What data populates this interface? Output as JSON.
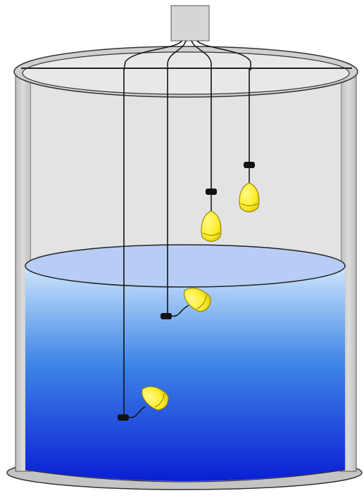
{
  "diagram": {
    "subject": "float-switch-level-control-tank",
    "colors": {
      "tank_wall_fill": "#d3d3d3",
      "tank_wall_dark": "#a9a9a9",
      "tank_outline": "#333333",
      "air_space": "#e3e3e3",
      "water_top": "#cfe6fb",
      "water_mid": "#3f86e6",
      "water_bottom": "#0a1fd4",
      "water_surface": "#b7cdf5",
      "float_fill": "#ffee2e",
      "float_shade": "#d9c400",
      "cable": "#111111",
      "junction_box": "#d6d6d6"
    },
    "floats": [
      {
        "name": "float-switch-1",
        "state": "submerged-tilted"
      },
      {
        "name": "float-switch-2",
        "state": "floating-tilted"
      },
      {
        "name": "float-switch-3",
        "state": "hanging"
      },
      {
        "name": "float-switch-4",
        "state": "hanging"
      }
    ]
  }
}
